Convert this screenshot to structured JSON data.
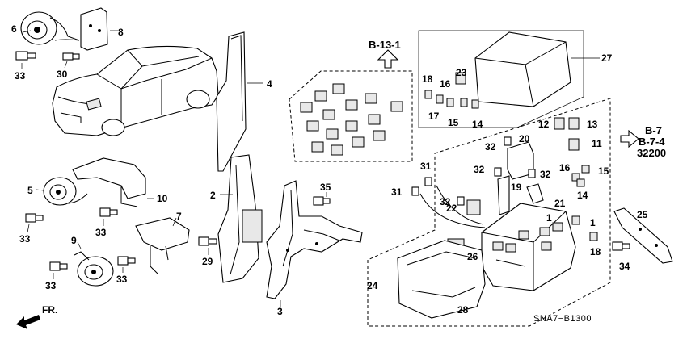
{
  "diagram": {
    "code": "SNA7−B1300",
    "front_label": "FR.",
    "refs": {
      "b13_1": "B-13-1",
      "b7": "B-7",
      "b7_4": "B-7-4",
      "num_32200": "32200"
    },
    "callouts": [
      {
        "id": "c6",
        "text": "6"
      },
      {
        "id": "c8",
        "text": "8"
      },
      {
        "id": "c33a",
        "text": "33"
      },
      {
        "id": "c30",
        "text": "30"
      },
      {
        "id": "c4",
        "text": "4"
      },
      {
        "id": "c2",
        "text": "2"
      },
      {
        "id": "c5",
        "text": "5"
      },
      {
        "id": "c10",
        "text": "10"
      },
      {
        "id": "c33b",
        "text": "33"
      },
      {
        "id": "c33c",
        "text": "33"
      },
      {
        "id": "c7",
        "text": "7"
      },
      {
        "id": "c9",
        "text": "9"
      },
      {
        "id": "c33d",
        "text": "33"
      },
      {
        "id": "c33e",
        "text": "33"
      },
      {
        "id": "c29",
        "text": "29"
      },
      {
        "id": "c3",
        "text": "3"
      },
      {
        "id": "c35",
        "text": "35"
      },
      {
        "id": "c27",
        "text": "27"
      },
      {
        "id": "c18a",
        "text": "18"
      },
      {
        "id": "c16a",
        "text": "16"
      },
      {
        "id": "c23",
        "text": "23"
      },
      {
        "id": "c17",
        "text": "17"
      },
      {
        "id": "c15a",
        "text": "15"
      },
      {
        "id": "c14a",
        "text": "14"
      },
      {
        "id": "c12",
        "text": "12"
      },
      {
        "id": "c13",
        "text": "13"
      },
      {
        "id": "c11",
        "text": "11"
      },
      {
        "id": "c20",
        "text": "20"
      },
      {
        "id": "c32a",
        "text": "32"
      },
      {
        "id": "c32b",
        "text": "32"
      },
      {
        "id": "c32c",
        "text": "32"
      },
      {
        "id": "c32d",
        "text": "32"
      },
      {
        "id": "c31a",
        "text": "31"
      },
      {
        "id": "c31b",
        "text": "31"
      },
      {
        "id": "c19",
        "text": "19"
      },
      {
        "id": "c16b",
        "text": "16"
      },
      {
        "id": "c15b",
        "text": "15"
      },
      {
        "id": "c14b",
        "text": "14"
      },
      {
        "id": "c21",
        "text": "21"
      },
      {
        "id": "c22",
        "text": "22"
      },
      {
        "id": "c1a",
        "text": "1"
      },
      {
        "id": "c1b",
        "text": "1"
      },
      {
        "id": "c18b",
        "text": "18"
      },
      {
        "id": "c25",
        "text": "25"
      },
      {
        "id": "c34",
        "text": "34"
      },
      {
        "id": "c26",
        "text": "26"
      },
      {
        "id": "c24",
        "text": "24"
      },
      {
        "id": "c28",
        "text": "28"
      }
    ]
  }
}
